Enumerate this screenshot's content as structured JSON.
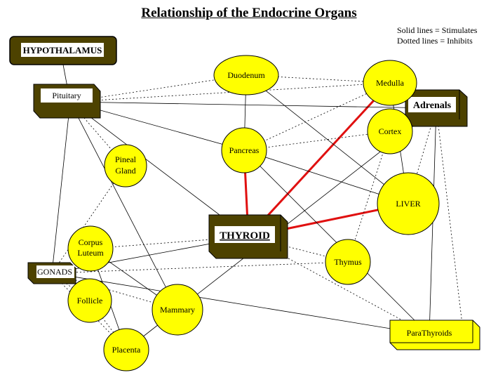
{
  "title": "Relationship of the Endocrine Organs",
  "legend": {
    "solid": "Solid lines = Stimulates",
    "dotted": "Dotted lines = Inhibits"
  },
  "colors": {
    "organ_fill": "#ffff00",
    "box_fill": "#4d4200",
    "thyroid_link": "#e01010",
    "line": "#000000"
  },
  "nodes": {
    "hypothalamus": "HYPOTHALAMUS",
    "pituitary": "Pituitary",
    "adrenals": "Adrenals",
    "thyroid": "THYROID",
    "gonads": "GONADS",
    "parathyroids": "ParaThyroids",
    "duodenum": "Duodenum",
    "medulla": "Medulla",
    "cortex": "Cortex",
    "pancreas": "Pancreas",
    "pineal_line1": "Pineal",
    "pineal_line2": "Gland",
    "liver": "LIVER",
    "thymus": "Thymus",
    "corpus_line1": "Corpus",
    "corpus_line2": "Luteum",
    "follicle": "Follicle",
    "mammary": "Mammary",
    "placenta": "Placenta"
  },
  "links": [
    {
      "from": "hypothalamus",
      "to": "pituitary",
      "style": "solid"
    },
    {
      "from": "duodenum",
      "to": "pancreas",
      "style": "solid"
    },
    {
      "from": "pancreas",
      "to": "thyroid",
      "style": "thyroid"
    },
    {
      "from": "thyroid",
      "to": "medulla",
      "style": "thyroid"
    },
    {
      "from": "thyroid",
      "to": "liver",
      "style": "thyroid"
    },
    {
      "from": "pituitary",
      "to": "adrenals",
      "style": "solid"
    },
    {
      "from": "pituitary",
      "to": "thyroid",
      "style": "solid"
    },
    {
      "from": "pituitary",
      "to": "gonads",
      "style": "solid"
    },
    {
      "from": "pituitary",
      "to": "mammary",
      "style": "solid"
    },
    {
      "from": "pituitary",
      "to": "pancreas",
      "style": "solid"
    },
    {
      "from": "pituitary",
      "to": "duodenum",
      "style": "dotted"
    },
    {
      "from": "pituitary",
      "to": "medulla",
      "style": "dotted"
    },
    {
      "from": "pituitary",
      "to": "pineal",
      "style": "dotted"
    },
    {
      "from": "duodenum",
      "to": "medulla",
      "style": "dotted"
    },
    {
      "from": "duodenum",
      "to": "liver",
      "style": "solid"
    },
    {
      "from": "pancreas",
      "to": "medulla",
      "style": "dotted"
    },
    {
      "from": "pancreas",
      "to": "liver",
      "style": "solid"
    },
    {
      "from": "pancreas",
      "to": "parathyroids",
      "style": "solid"
    },
    {
      "from": "pancreas",
      "to": "cortex",
      "style": "dotted"
    },
    {
      "from": "pineal",
      "to": "gonads",
      "style": "dotted"
    },
    {
      "from": "gonads",
      "to": "thyroid",
      "style": "solid"
    },
    {
      "from": "gonads",
      "to": "thymus",
      "style": "dotted"
    },
    {
      "from": "gonads",
      "to": "parathyroids",
      "style": "solid"
    },
    {
      "from": "gonads",
      "to": "mammary",
      "style": "dotted"
    },
    {
      "from": "gonads",
      "to": "follicle",
      "style": "dotted"
    },
    {
      "from": "gonads",
      "to": "placenta",
      "style": "dotted"
    },
    {
      "from": "corpus",
      "to": "mammary",
      "style": "solid"
    },
    {
      "from": "corpus",
      "to": "placenta",
      "style": "solid"
    },
    {
      "from": "corpus",
      "to": "thyroid",
      "style": "dotted"
    },
    {
      "from": "follicle",
      "to": "placenta",
      "style": "dotted"
    },
    {
      "from": "placenta",
      "to": "mammary",
      "style": "solid"
    },
    {
      "from": "mammary",
      "to": "adrenals",
      "style": "solid"
    },
    {
      "from": "thyroid",
      "to": "thymus",
      "style": "dotted"
    },
    {
      "from": "thyroid",
      "to": "parathyroids",
      "style": "dotted"
    },
    {
      "from": "cortex",
      "to": "thymus",
      "style": "dotted"
    },
    {
      "from": "liver",
      "to": "adrenals",
      "style": "dotted"
    },
    {
      "from": "adrenals",
      "to": "parathyroids",
      "style": "solid"
    },
    {
      "from": "adrenals",
      "to": "parathyroids_b",
      "style": "dotted"
    },
    {
      "from": "medulla",
      "to": "liver",
      "style": "solid"
    }
  ]
}
